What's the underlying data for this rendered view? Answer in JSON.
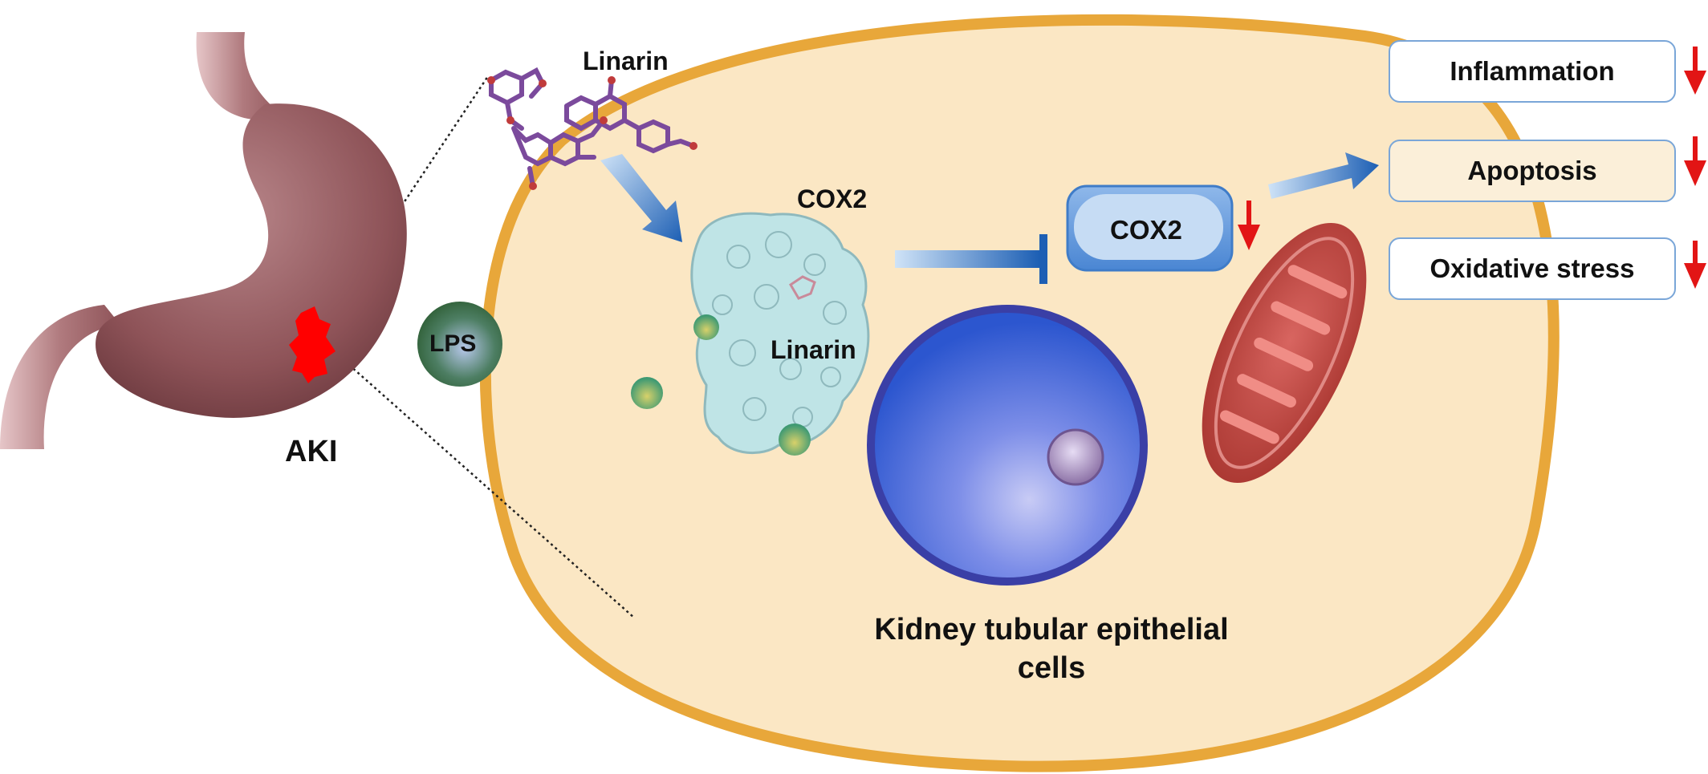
{
  "labels": {
    "linarin_top": "Linarin",
    "cox2_protein": "COX2",
    "linarin_bound": "Linarin",
    "lps": "LPS",
    "aki": "AKI",
    "cox2_box": "COX2",
    "cell_caption_line1": "Kidney tubular epithelial",
    "cell_caption_line2": "cells"
  },
  "outcomes": [
    {
      "label": "Inflammation",
      "direction": "down"
    },
    {
      "label": "Apoptosis",
      "direction": "down"
    },
    {
      "label": "Oxidative stress",
      "direction": "down"
    }
  ],
  "colors": {
    "cell_membrane": "#e8a73a",
    "cytoplasm": "#fbe7c4",
    "nucleus": "#3c62d6",
    "mitochondrion": "#b8413e",
    "protein_surface": "#bfe4e6",
    "kidney": "#8e5358",
    "lesion": "#ff0000",
    "lps": "#2f6d3a",
    "arrow_blue": "#1d5fb4",
    "down_arrow": "#e21515",
    "box_border": "#7aa6d8"
  }
}
